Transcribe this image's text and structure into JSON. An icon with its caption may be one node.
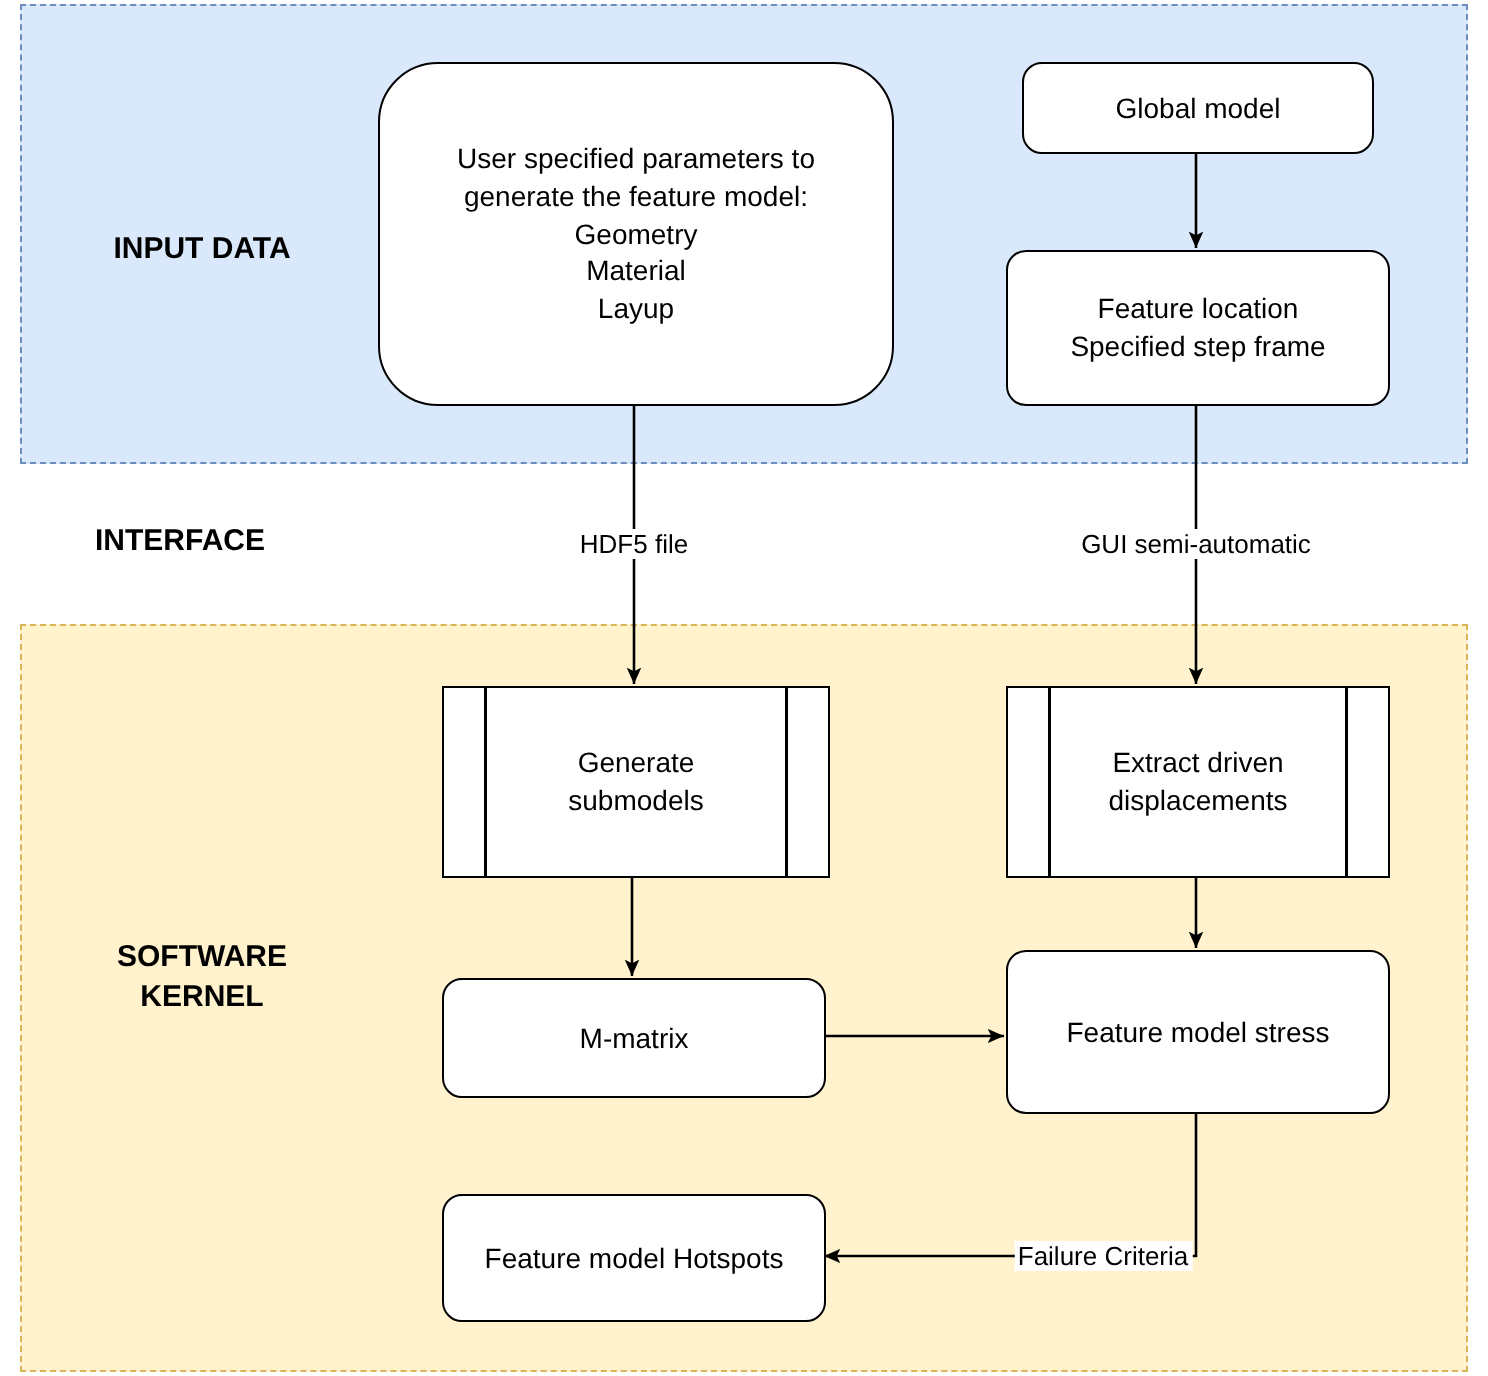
{
  "diagram": {
    "nodes": [
      {
        "text": [
          "INPUT DATA"
        ]
      },
      {
        "text": [
          "User specified parameters to generate the feature model:",
          "Geometry",
          "Material",
          "Layup"
        ],
        "in": 0
      },
      {
        "text": [
          "Global model"
        ],
        "in": 0
      },
      {
        "text": [
          "Feature location",
          "Specified step frame"
        ],
        "in": 0
      },
      {
        "text": [
          "SOFTWARE KERNEL"
        ]
      },
      {
        "text": [
          "Generate submodels"
        ],
        "in": 4
      },
      {
        "text": [
          "Extract driven displacements"
        ],
        "in": 4
      },
      {
        "text": [
          "M-matrix"
        ],
        "in": 4
      },
      {
        "text": [
          "Feature model stress"
        ],
        "in": 4
      },
      {
        "text": [
          "Feature model Hotspots"
        ],
        "in": 4
      }
    ],
    "edges": [
      {
        "from": 1,
        "to": 5,
        "arrow": "to",
        "label": "HDF5 file"
      },
      {
        "from": 2,
        "to": 3,
        "arrow": "to"
      },
      {
        "from": 3,
        "to": 6,
        "arrow": "to",
        "label": "GUI semi-automatic"
      },
      {
        "from": 5,
        "to": 7,
        "arrow": "to"
      },
      {
        "from": 6,
        "to": 8,
        "arrow": "to"
      },
      {
        "from": 7,
        "to": 8,
        "arrow": "to"
      },
      {
        "from": 8,
        "to": 9,
        "arrow": "to",
        "label": "Failure Criteria"
      }
    ],
    "labels": [
      "INTERFACE"
    ]
  }
}
